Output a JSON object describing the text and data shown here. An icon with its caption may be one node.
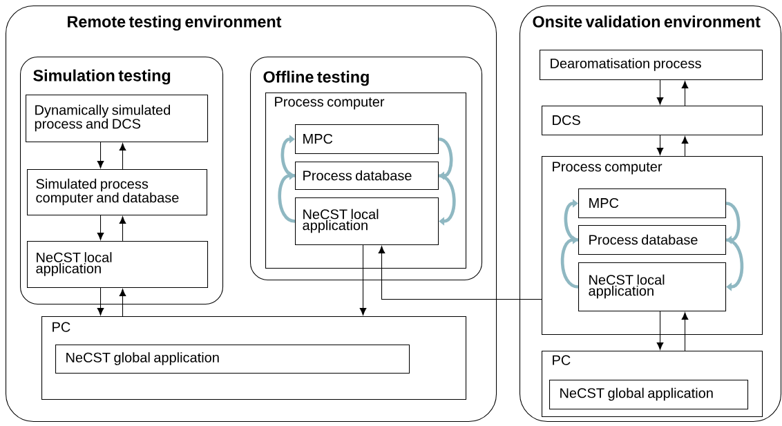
{
  "diagram": {
    "nodes": [
      {
        "text": [
          "Remote testing environment"
        ]
      },
      {
        "text": [
          "Simulation testing"
        ],
        "in": 0
      },
      {
        "text": [
          "Dynamically simulated process and DCS"
        ],
        "in": 1
      },
      {
        "text": [
          "Simulated process computer and database"
        ],
        "in": 1
      },
      {
        "text": [
          "NeCST local application"
        ],
        "in": 1
      },
      {
        "text": [
          "Offline testing"
        ],
        "in": 0
      },
      {
        "text": [
          "Process computer"
        ],
        "in": 5
      },
      {
        "text": [
          "MPC"
        ],
        "in": 6
      },
      {
        "text": [
          "Process database"
        ],
        "in": 6
      },
      {
        "text": [
          "NeCST local application"
        ],
        "in": 6
      },
      {
        "text": [
          "PC"
        ],
        "in": 0
      },
      {
        "text": [
          "NeCST global application"
        ],
        "in": 10
      },
      {
        "text": [
          "Onsite validation environment"
        ]
      },
      {
        "text": [
          "Dearomatisation process"
        ],
        "in": 12
      },
      {
        "text": [
          "DCS"
        ],
        "in": 12
      },
      {
        "text": [
          "Process computer"
        ],
        "in": 12
      },
      {
        "text": [
          "MPC"
        ],
        "in": 15
      },
      {
        "text": [
          "Process database"
        ],
        "in": 15
      },
      {
        "text": [
          "NeCST local application"
        ],
        "in": 15
      },
      {
        "text": [
          "PC"
        ],
        "in": 12
      },
      {
        "text": [
          "NeCST global application"
        ],
        "in": 19
      }
    ],
    "edges": [
      {
        "from": 2,
        "to": 3,
        "arrow": "to"
      },
      {
        "from": 3,
        "to": 2,
        "arrow": "to"
      },
      {
        "from": 3,
        "to": 4,
        "arrow": "to"
      },
      {
        "from": 4,
        "to": 3,
        "arrow": "to"
      },
      {
        "from": 4,
        "to": 10,
        "arrow": "to"
      },
      {
        "from": 10,
        "to": 4,
        "arrow": "to"
      },
      {
        "from": 9,
        "to": 10,
        "arrow": "to"
      },
      {
        "from": 15,
        "to": 9,
        "arrow": "to"
      },
      {
        "from": 13,
        "to": 14,
        "arrow": "to"
      },
      {
        "from": 14,
        "to": 13,
        "arrow": "to"
      },
      {
        "from": 14,
        "to": 15,
        "arrow": "to"
      },
      {
        "from": 15,
        "to": 14,
        "arrow": "to"
      },
      {
        "from": 18,
        "to": 19,
        "arrow": "to"
      },
      {
        "from": 19,
        "to": 18,
        "arrow": "to"
      },
      {
        "from": 8,
        "to": 7,
        "arrow": "to",
        "style": "thick",
        "color": "#8fb8c2"
      },
      {
        "from": 7,
        "to": 8,
        "arrow": "to",
        "style": "thick",
        "color": "#8fb8c2"
      },
      {
        "from": 9,
        "to": 8,
        "arrow": "to",
        "style": "thick",
        "color": "#8fb8c2"
      },
      {
        "from": 8,
        "to": 9,
        "arrow": "to",
        "style": "thick",
        "color": "#8fb8c2"
      },
      {
        "from": 17,
        "to": 16,
        "arrow": "to",
        "style": "thick",
        "color": "#8fb8c2"
      },
      {
        "from": 16,
        "to": 17,
        "arrow": "to",
        "style": "thick",
        "color": "#8fb8c2"
      },
      {
        "from": 18,
        "to": 17,
        "arrow": "to",
        "style": "thick",
        "color": "#8fb8c2"
      },
      {
        "from": 17,
        "to": 18,
        "arrow": "to",
        "style": "thick",
        "color": "#8fb8c2"
      }
    ]
  }
}
